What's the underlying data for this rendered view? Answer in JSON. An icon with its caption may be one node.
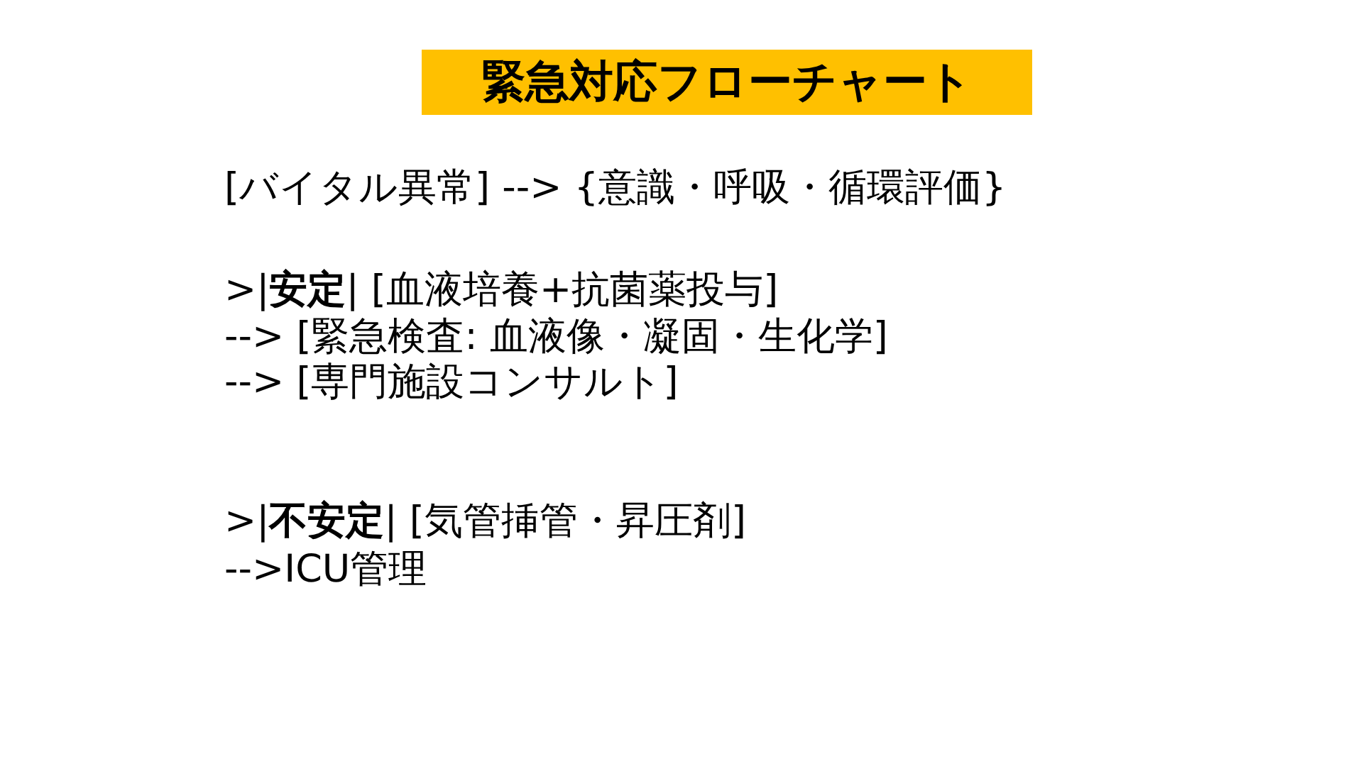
{
  "diagram": {
    "title": "緊急対応フローチャート",
    "labels": [
      "[バイタル異常] --> {意識・呼吸・循環評価}",
      ">|**安定**| [血液培養+抗菌薬投与]",
      "--> [緊急検査: 血液像・凝固・生化学]",
      "--> [専門施設コンサルト]",
      ">|**不安定**| [気管挿管・昇圧剤]",
      "-->ICU管理"
    ]
  }
}
